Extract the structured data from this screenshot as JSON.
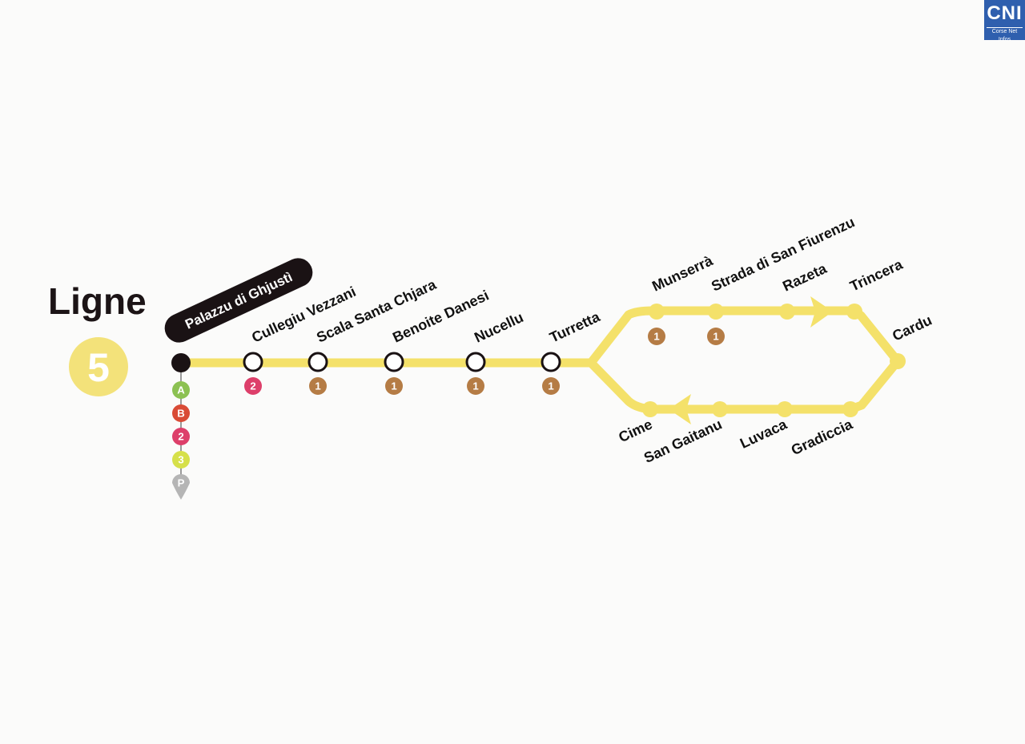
{
  "header": {
    "line_word": "Ligne",
    "line_number": "5"
  },
  "logo": {
    "abbr": "CNI",
    "name": "Corse Net Infos"
  },
  "colors": {
    "line": "#f4e16a",
    "line_badge": "#f3e27a",
    "terminus_tag": "#1a1214",
    "corr_1": "#b57c45",
    "corr_2": "#dd3f6a",
    "corr_A": "#8cc152",
    "corr_B": "#d94b36",
    "corr_3": "#d6e04a",
    "corr_P": "#b5b5b5"
  },
  "terminus": {
    "name": "Palazzu di Ghjustì",
    "correspondences": [
      "A",
      "B",
      "2",
      "3",
      "P"
    ]
  },
  "trunk_stations": [
    {
      "name": "Cullegiu Vezzani",
      "correspondence": "2"
    },
    {
      "name": "Scala Santa Chjara",
      "correspondence": "1"
    },
    {
      "name": "Benoite Danesi",
      "correspondence": "1"
    },
    {
      "name": "Nucellu",
      "correspondence": "1"
    },
    {
      "name": "Turretta",
      "correspondence": "1"
    }
  ],
  "loop_upper": [
    {
      "name": "Munserrà",
      "correspondence": "1"
    },
    {
      "name": "Strada di San Fiurenzu",
      "correspondence": "1"
    },
    {
      "name": "Razeta",
      "correspondence": ""
    },
    {
      "name": "Trincera",
      "correspondence": ""
    }
  ],
  "loop_end": {
    "name": "Cardu"
  },
  "loop_lower": [
    {
      "name": "Gradiccia"
    },
    {
      "name": "Luvaca"
    },
    {
      "name": "San Gaitanu"
    },
    {
      "name": "Cime"
    }
  ]
}
